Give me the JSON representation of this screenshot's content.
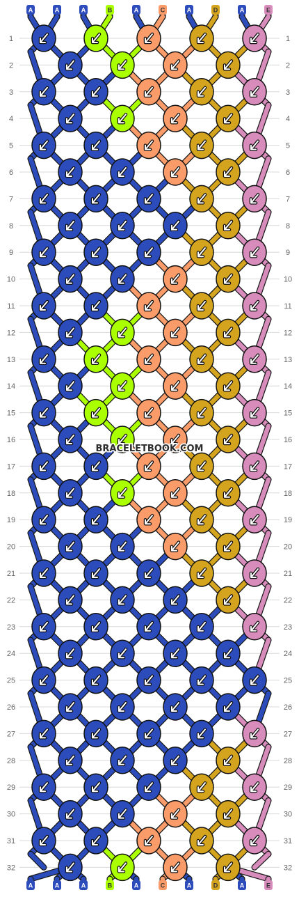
{
  "watermark": "BRACELETBOOK.COM",
  "colors": {
    "A": "#2c4cbc",
    "B": "#aaff00",
    "C": "#fa9b6a",
    "D": "#d4a41e",
    "E": "#d88cbc"
  },
  "strands": [
    "A",
    "A",
    "A",
    "B",
    "A",
    "C",
    "A",
    "D",
    "A",
    "E"
  ],
  "row_labels": [
    "1",
    "2",
    "3",
    "4",
    "5",
    "6",
    "7",
    "8",
    "9",
    "10",
    "11",
    "12",
    "13",
    "14",
    "15",
    "16",
    "17",
    "18",
    "19",
    "20",
    "21",
    "22",
    "23",
    "24",
    "25",
    "26",
    "27",
    "28",
    "29",
    "30",
    "31",
    "32"
  ],
  "knot_colors": [
    [
      "A",
      "B",
      "C",
      "D",
      "E"
    ],
    [
      "A",
      "B",
      "C",
      "D"
    ],
    [
      "A",
      "A",
      "C",
      "D",
      "E"
    ],
    [
      "A",
      "B",
      "C",
      "D"
    ],
    [
      "A",
      "A",
      "C",
      "D",
      "E"
    ],
    [
      "A",
      "A",
      "C",
      "D"
    ],
    [
      "A",
      "A",
      "A",
      "D",
      "E"
    ],
    [
      "A",
      "A",
      "A",
      "D"
    ],
    [
      "A",
      "A",
      "A",
      "D",
      "E"
    ],
    [
      "A",
      "A",
      "C",
      "D"
    ],
    [
      "A",
      "A",
      "C",
      "D",
      "E"
    ],
    [
      "A",
      "B",
      "C",
      "D"
    ],
    [
      "A",
      "B",
      "C",
      "D",
      "E"
    ],
    [
      "A",
      "B",
      "C",
      "D"
    ],
    [
      "A",
      "B",
      "C",
      "D",
      "E"
    ],
    [
      "A",
      "B",
      "C",
      "D"
    ],
    [
      "A",
      "A",
      "C",
      "D",
      "E"
    ],
    [
      "A",
      "B",
      "C",
      "D"
    ],
    [
      "A",
      "A",
      "C",
      "D",
      "E"
    ],
    [
      "A",
      "A",
      "C",
      "D"
    ],
    [
      "A",
      "A",
      "A",
      "D",
      "E"
    ],
    [
      "A",
      "A",
      "A",
      "D"
    ],
    [
      "A",
      "A",
      "A",
      "A",
      "E"
    ],
    [
      "A",
      "A",
      "A",
      "A"
    ],
    [
      "A",
      "A",
      "A",
      "A",
      "A"
    ],
    [
      "A",
      "A",
      "A",
      "A"
    ],
    [
      "A",
      "A",
      "A",
      "A",
      "E"
    ],
    [
      "A",
      "A",
      "A",
      "D"
    ],
    [
      "A",
      "A",
      "A",
      "D",
      "E"
    ],
    [
      "A",
      "A",
      "C",
      "D"
    ],
    [
      "A",
      "A",
      "C",
      "D",
      "E"
    ],
    [
      "A",
      "B",
      "C",
      "D"
    ]
  ]
}
